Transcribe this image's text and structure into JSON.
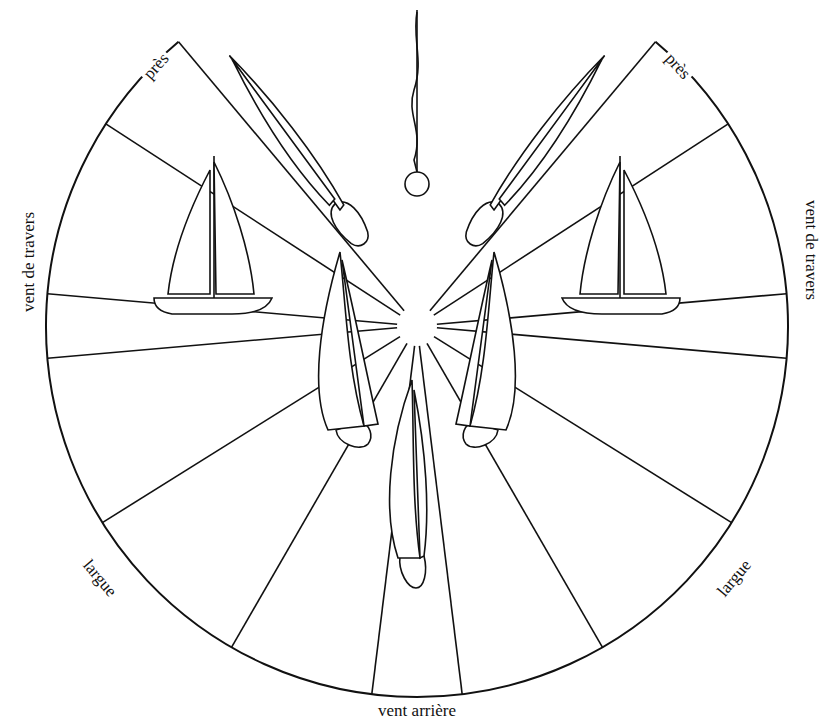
{
  "diagram": {
    "labels": [
      "près",
      "près",
      "vent de travers",
      "vent de travers",
      "largue",
      "largue",
      "vent arrière"
    ]
  }
}
